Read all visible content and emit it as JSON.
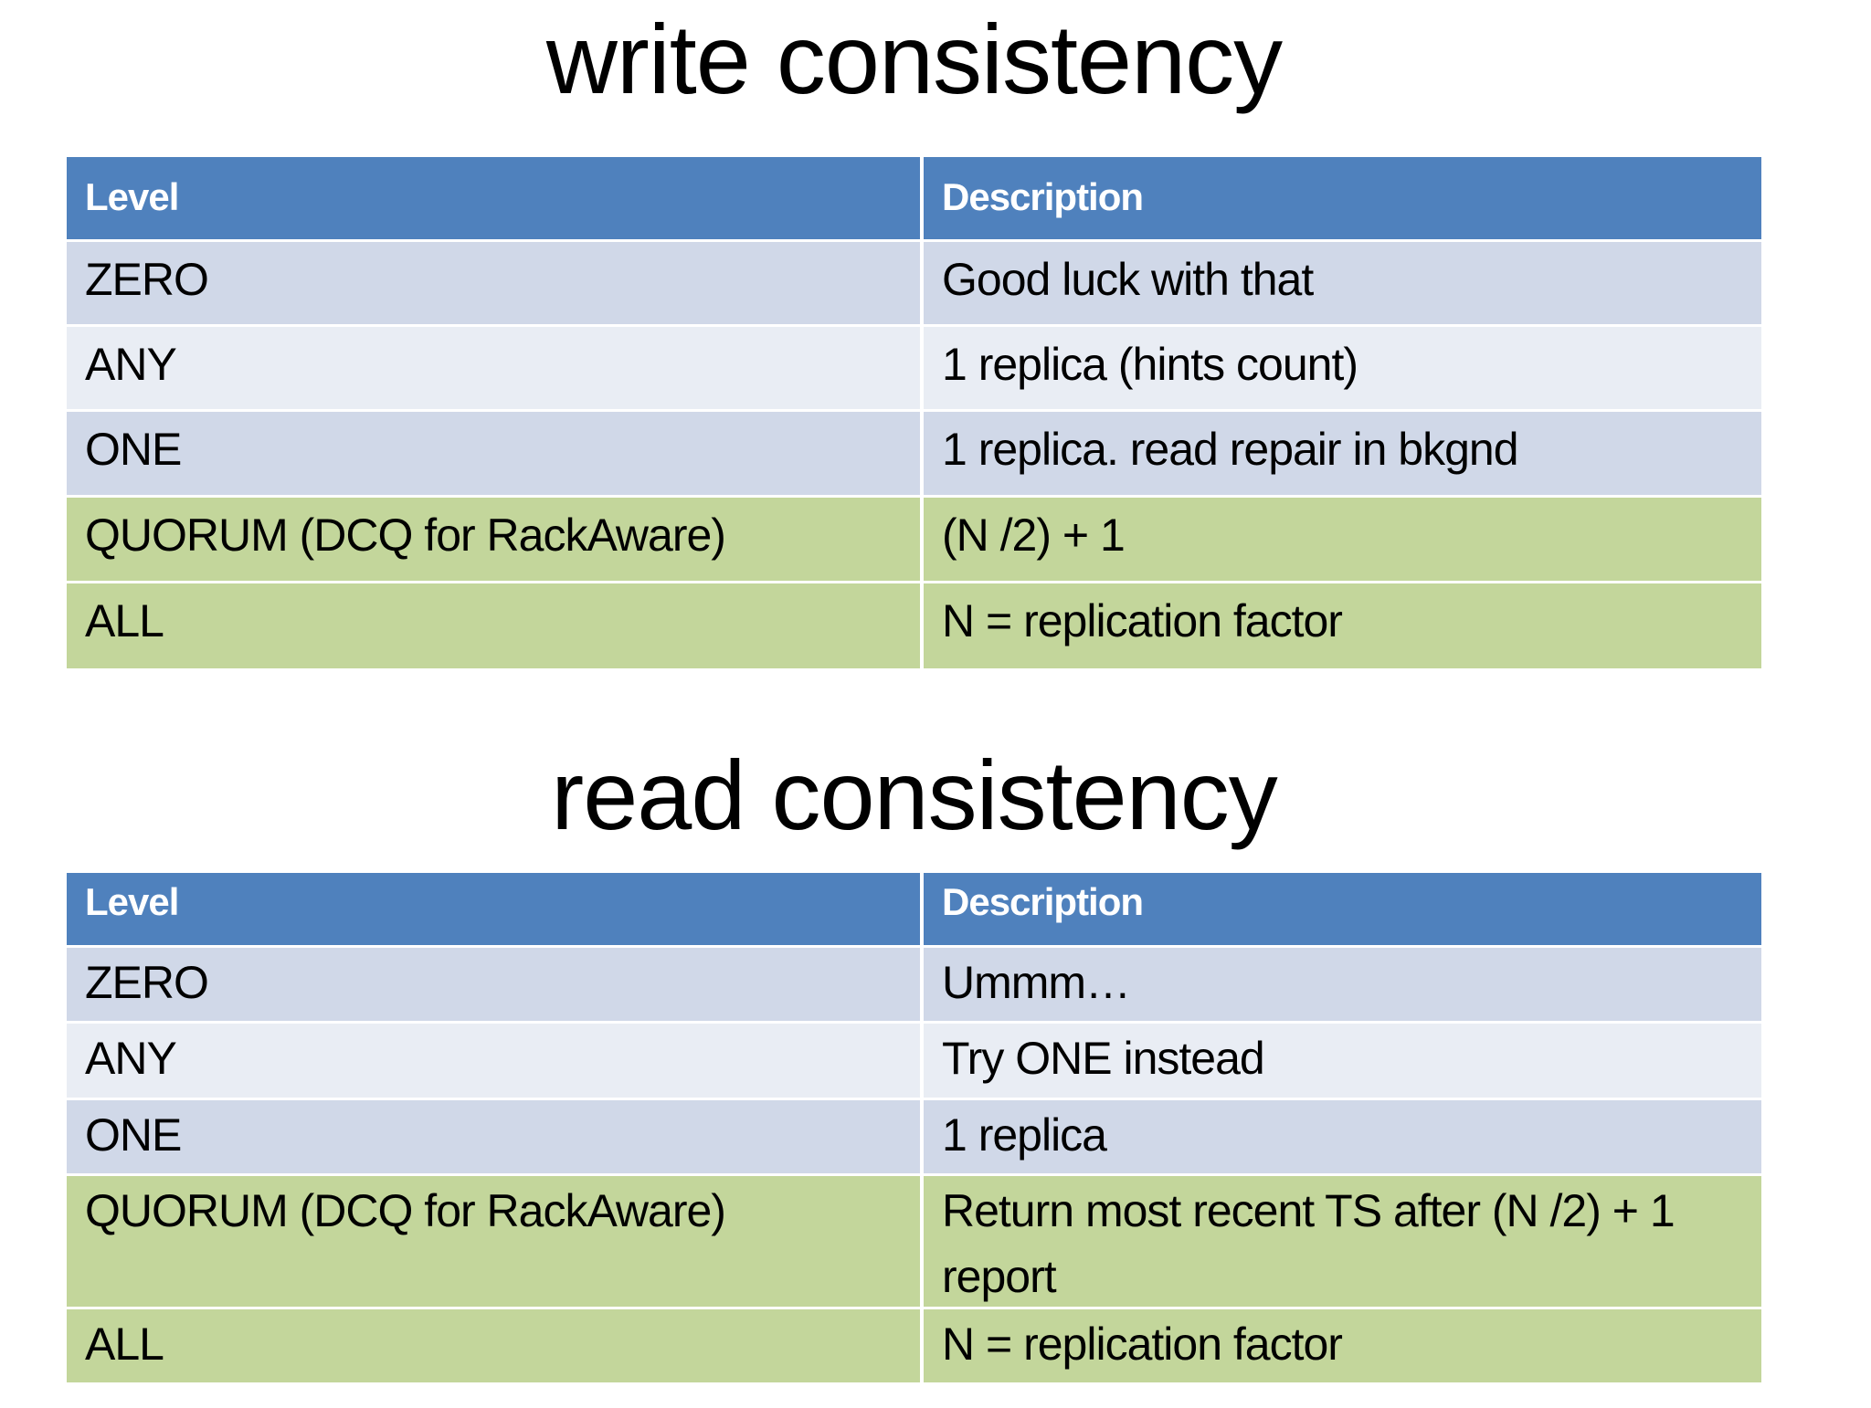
{
  "colors": {
    "background": "#FFFFFF",
    "body_text": "#000000",
    "header_bg": "#4F81BD",
    "header_text": "#FFFFFF",
    "row_band_dark": "#D0D8E8",
    "row_band_light": "#E9EDF4",
    "row_green": "#C3D69B"
  },
  "sections": [
    {
      "title": "write consistency",
      "table": {
        "columns": [
          "Level",
          "Description"
        ],
        "rows": [
          {
            "level": "ZERO",
            "description": "Good luck with that"
          },
          {
            "level": "ANY",
            "description": "1 replica (hints count)"
          },
          {
            "level": "ONE",
            "description": "1 replica. read repair in bkgnd"
          },
          {
            "level": "QUORUM (DCQ for RackAware)",
            "description": "(N /2) + 1"
          },
          {
            "level": "ALL",
            "description": "N = replication factor"
          }
        ]
      }
    },
    {
      "title": "read consistency",
      "table": {
        "columns": [
          "Level",
          "Description"
        ],
        "rows": [
          {
            "level": "ZERO",
            "description": "Ummm…"
          },
          {
            "level": "ANY",
            "description": "Try ONE instead"
          },
          {
            "level": "ONE",
            "description": "1 replica"
          },
          {
            "level": "QUORUM (DCQ for RackAware)",
            "description": "Return most recent TS after (N /2) + 1 report"
          },
          {
            "level": "ALL",
            "description": "N = replication factor"
          }
        ]
      }
    }
  ]
}
